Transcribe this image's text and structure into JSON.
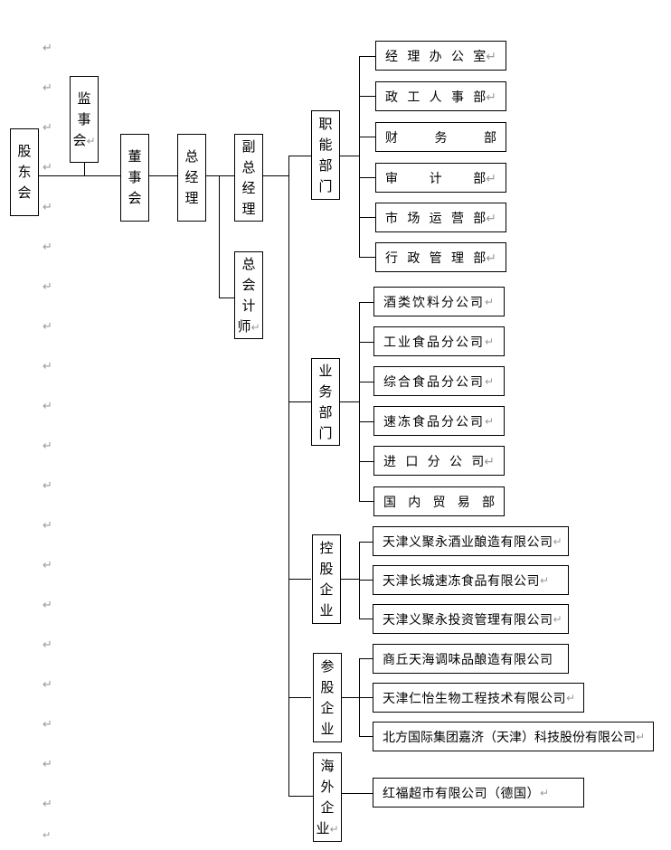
{
  "root": {
    "shareholders": "股东会",
    "supervisors": "监事会",
    "board": "董事会",
    "gm": "总经理",
    "deputy_gm": "副总经理",
    "chief_accountant": "总会计师"
  },
  "functional": {
    "label": "职能部门",
    "items": [
      {
        "chars": [
          "经",
          "理",
          "办",
          "公",
          "室"
        ],
        "mark": "↵"
      },
      {
        "chars": [
          "政",
          "工",
          "人",
          "事",
          "部"
        ],
        "mark": "↵"
      },
      {
        "chars": [
          "财",
          "务",
          "部"
        ],
        "mark": ""
      },
      {
        "chars": [
          "审",
          "计",
          "部"
        ],
        "mark": "↵"
      },
      {
        "chars": [
          "市",
          "场",
          "运",
          "营",
          "部"
        ],
        "mark": "↵"
      },
      {
        "chars": [
          "行",
          "政",
          "管",
          "理",
          "部"
        ],
        "mark": "↵"
      }
    ]
  },
  "business": {
    "label": "业务部门",
    "items": [
      {
        "text": "酒类饮料分公司",
        "mark": "↵"
      },
      {
        "text": "工业食品分公司",
        "mark": "↵"
      },
      {
        "text": "综合食品分公司",
        "mark": "↵"
      },
      {
        "text": "速冻食品分公司",
        "mark": "↵"
      },
      {
        "chars": [
          "进",
          "口",
          "分",
          "公",
          "司"
        ],
        "mark": "↵"
      },
      {
        "chars": [
          "国",
          "内",
          "贸",
          "易",
          "部"
        ],
        "mark": ""
      }
    ]
  },
  "holding": {
    "label": "控股企业",
    "items": [
      {
        "text": "天津义聚永酒业酿造有限公司",
        "mark": "↵"
      },
      {
        "text": "天津长城速冻食品有限公司",
        "mark": "↵"
      },
      {
        "text": "天津义聚永投资管理有限公司",
        "mark": "↵"
      }
    ]
  },
  "participating": {
    "label": "参股企业",
    "items": [
      {
        "text": "商丘天海调味品酿造有限公司",
        "mark": ""
      },
      {
        "text": "天津仁怡生物工程技术有限公司",
        "mark": "↵"
      },
      {
        "text": "北方国际集团嘉济（天津）科技股份有限公司",
        "mark": "↵"
      }
    ]
  },
  "overseas": {
    "label": "海外企业",
    "items": [
      {
        "text": "红福超市有限公司（德国）",
        "mark": "↵"
      }
    ]
  },
  "paragraph_mark": "↵"
}
